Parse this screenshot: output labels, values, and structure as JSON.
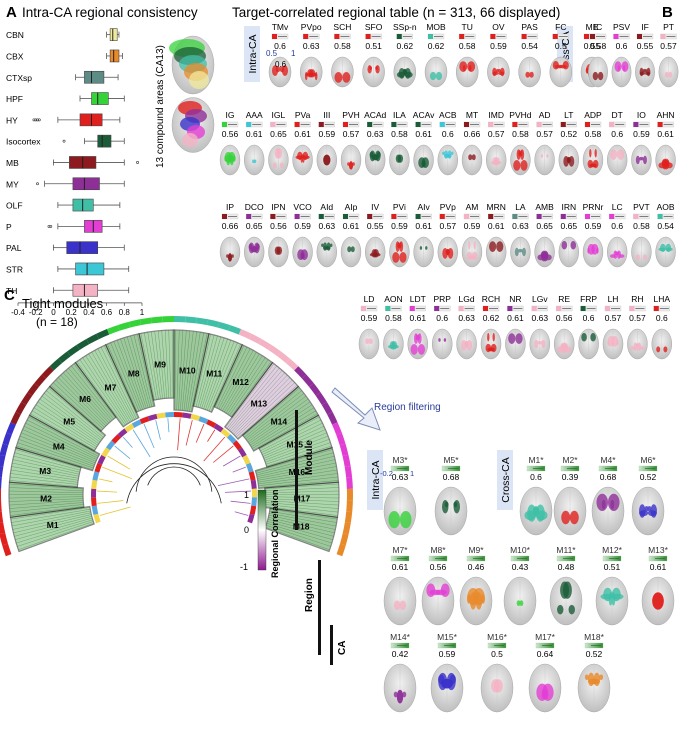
{
  "panel_a": {
    "letter": "A",
    "title": "Intra-CA regional consistency",
    "side_label": "13 compound areas (CA13)",
    "chart_data": {
      "type": "boxplot",
      "orientation": "horizontal",
      "categories": [
        "CBN",
        "CBX",
        "CTXsp",
        "HPF",
        "HY",
        "Isocortex",
        "MB",
        "MY",
        "OLF",
        "P",
        "PAL",
        "STR",
        "TH"
      ],
      "colors": [
        "#f2ea9b",
        "#e8892a",
        "#5d8c86",
        "#36d23a",
        "#e0201e",
        "#1a5c38",
        "#8c1a1e",
        "#8e2f98",
        "#3fbfa6",
        "#e23ed3",
        "#3a32c9",
        "#3cc7d6",
        "#f4b3c4"
      ],
      "boxes": [
        {
          "whislo": 0.6,
          "q1": 0.64,
          "med": 0.67,
          "q3": 0.72,
          "whishi": 0.74,
          "fliers": []
        },
        {
          "whislo": 0.6,
          "q1": 0.64,
          "med": 0.68,
          "q3": 0.74,
          "whishi": 0.78,
          "fliers": []
        },
        {
          "whislo": 0.25,
          "q1": 0.35,
          "med": 0.43,
          "q3": 0.57,
          "whishi": 0.73,
          "fliers": []
        },
        {
          "whislo": 0.3,
          "q1": 0.43,
          "med": 0.5,
          "q3": 0.62,
          "whishi": 0.8,
          "fliers": []
        },
        {
          "whislo": 0.05,
          "q1": 0.3,
          "med": 0.43,
          "q3": 0.55,
          "whishi": 0.75,
          "fliers": [
            -0.22,
            -0.2,
            -0.18,
            -0.16
          ]
        },
        {
          "whislo": 0.35,
          "q1": 0.5,
          "med": 0.55,
          "q3": 0.65,
          "whishi": 0.8,
          "fliers": [
            0.12
          ]
        },
        {
          "whislo": 0.0,
          "q1": 0.18,
          "med": 0.33,
          "q3": 0.48,
          "whishi": 0.8,
          "fliers": [
            0.95
          ]
        },
        {
          "whislo": -0.1,
          "q1": 0.22,
          "med": 0.35,
          "q3": 0.52,
          "whishi": 0.8,
          "fliers": [
            -0.18
          ]
        },
        {
          "whislo": 0.05,
          "q1": 0.22,
          "med": 0.33,
          "q3": 0.45,
          "whishi": 0.75,
          "fliers": []
        },
        {
          "whislo": 0.05,
          "q1": 0.35,
          "med": 0.45,
          "q3": 0.55,
          "whishi": 0.75,
          "fliers": [
            -0.05,
            -0.03
          ]
        },
        {
          "whislo": 0.0,
          "q1": 0.15,
          "med": 0.3,
          "q3": 0.5,
          "whishi": 0.8,
          "fliers": []
        },
        {
          "whislo": 0.05,
          "q1": 0.25,
          "med": 0.38,
          "q3": 0.57,
          "whishi": 0.85,
          "fliers": []
        },
        {
          "whislo": 0.0,
          "q1": 0.22,
          "med": 0.35,
          "q3": 0.5,
          "whishi": 0.85,
          "fliers": []
        }
      ],
      "xlim": [
        -0.4,
        1.0
      ],
      "xticks": [
        "-0.4",
        "-0.2",
        "0",
        "0.2",
        "0.4",
        "0.6",
        "0.8",
        "1"
      ]
    }
  },
  "panel_b": {
    "letter": "B",
    "title": "Target-correlated regional table (n = 313, 66 displayed)",
    "intra_label": "Intra-CA",
    "cross_label": "Cross-CA",
    "scale_low": "0.5",
    "scale_high": "1",
    "scale_mid": "0.6",
    "rows": [
      {
        "names": [
          "TMv",
          "PVpo",
          "SCH",
          "SFO",
          "SSp-n",
          "MOB",
          "TU",
          "OV",
          "PAS",
          "FC",
          "ME"
        ],
        "values": [
          "0.6",
          "0.63",
          "0.58",
          "0.51",
          "0.62",
          "0.62",
          "0.58",
          "0.59",
          "0.54",
          "0.5",
          "0.55"
        ],
        "colors": [
          "#e0201e",
          "#e0201e",
          "#e0201e",
          "#e0201e",
          "#1a5c38",
          "#3fbfa6",
          "#e0201e",
          "#e0201e",
          "#e0201e",
          "#e0201e",
          "#e0201e"
        ]
      },
      {
        "names": [
          "IC",
          "PSV",
          "IF",
          "PT"
        ],
        "values": [
          "0.58",
          "0.6",
          "0.55",
          "0.57"
        ],
        "colors": [
          "#8c1a1e",
          "#e23ed3",
          "#8c1a1e",
          "#f4b3c4"
        ]
      },
      {
        "names": [
          "IG",
          "AAA",
          "IGL",
          "PVa",
          "III",
          "PVH",
          "ACAd",
          "ILA",
          "ACAv",
          "ACB",
          "MT",
          "IMD",
          "PVHd",
          "AD",
          "LT",
          "ADP",
          "DT",
          "IO",
          "AHN"
        ],
        "values": [
          "0.56",
          "0.61",
          "0.65",
          "0.61",
          "0.59",
          "0.57",
          "0.63",
          "0.58",
          "0.61",
          "0.6",
          "0.66",
          "0.57",
          "0.58",
          "0.57",
          "0.52",
          "0.58",
          "0.6",
          "0.59",
          "0.61"
        ],
        "colors": [
          "#36d23a",
          "#3cc7d6",
          "#f4b3c4",
          "#e0201e",
          "#8c1a1e",
          "#e0201e",
          "#1a5c38",
          "#1a5c38",
          "#1a5c38",
          "#3cc7d6",
          "#8c1a1e",
          "#f4b3c4",
          "#e0201e",
          "#f4b3c4",
          "#8c1a1e",
          "#e0201e",
          "#f4b3c4",
          "#8e2f98",
          "#e0201e"
        ]
      },
      {
        "names": [
          "IP",
          "DCO",
          "IPN",
          "VCO",
          "AId",
          "AIp",
          "IV",
          "PVi",
          "AIv",
          "PVp",
          "AM",
          "MRN",
          "LA",
          "AMB",
          "IRN",
          "PRNr",
          "LC",
          "PVT",
          "AOB"
        ],
        "values": [
          "0.66",
          "0.65",
          "0.56",
          "0.59",
          "0.63",
          "0.61",
          "0.55",
          "0.59",
          "0.61",
          "0.57",
          "0.59",
          "0.61",
          "0.63",
          "0.65",
          "0.65",
          "0.59",
          "0.6",
          "0.58",
          "0.54"
        ],
        "colors": [
          "#8c1a1e",
          "#8e2f98",
          "#8c1a1e",
          "#8e2f98",
          "#1a5c38",
          "#1a5c38",
          "#8c1a1e",
          "#e0201e",
          "#1a5c38",
          "#e0201e",
          "#f4b3c4",
          "#8c1a1e",
          "#5d8c86",
          "#8e2f98",
          "#8e2f98",
          "#e23ed3",
          "#e23ed3",
          "#f4b3c4",
          "#3fbfa6"
        ]
      },
      {
        "names": [
          "LD",
          "AON",
          "LDT",
          "PRP",
          "LGd",
          "RCH",
          "NR",
          "LGv",
          "RE",
          "FRP",
          "LH",
          "RH",
          "LHA"
        ],
        "values": [
          "0.59",
          "0.58",
          "0.61",
          "0.6",
          "0.63",
          "0.62",
          "0.61",
          "0.63",
          "0.56",
          "0.6",
          "0.57",
          "0.57",
          "0.6"
        ],
        "colors": [
          "#f4b3c4",
          "#3fbfa6",
          "#e23ed3",
          "#8e2f98",
          "#f4b3c4",
          "#e0201e",
          "#8e2f98",
          "#f4b3c4",
          "#f4b3c4",
          "#1a5c38",
          "#f4b3c4",
          "#f4b3c4",
          "#e0201e"
        ]
      }
    ]
  },
  "panel_c": {
    "letter": "C",
    "title": "Tight modules",
    "subtitle": "(n = 18)",
    "filter_label": "Region filtering",
    "legend_title": "Regional Correlation",
    "legend_ticks": [
      "1",
      "0",
      "-1"
    ],
    "ring_labels": [
      "Module",
      "Region",
      "CA"
    ],
    "modules": [
      "M1",
      "M2",
      "M3",
      "M4",
      "M5",
      "M6",
      "M7",
      "M8",
      "M9",
      "M10",
      "M11",
      "M12",
      "M13",
      "M14",
      "M15",
      "M16",
      "M17",
      "M18"
    ],
    "intra_label": "Intra-CA",
    "cross_label": "Cross-CA",
    "scale_low": "-0.2",
    "scale_high": "1",
    "module_cards": [
      {
        "name": "M3*",
        "value": "0.63"
      },
      {
        "name": "M5*",
        "value": "0.68"
      },
      {
        "name": "M1*",
        "value": "0.6"
      },
      {
        "name": "M2*",
        "value": "0.39"
      },
      {
        "name": "M4*",
        "value": "0.68"
      },
      {
        "name": "M6*",
        "value": "0.52"
      },
      {
        "name": "M7*",
        "value": "0.61"
      },
      {
        "name": "M8*",
        "value": "0.56"
      },
      {
        "name": "M9*",
        "value": "0.46"
      },
      {
        "name": "M10*",
        "value": "0.43"
      },
      {
        "name": "M11*",
        "value": "0.48"
      },
      {
        "name": "M12*",
        "value": "0.51"
      },
      {
        "name": "M13*",
        "value": "0.61"
      },
      {
        "name": "M14*",
        "value": "0.42"
      },
      {
        "name": "M15*",
        "value": "0.59"
      },
      {
        "name": "M16*",
        "value": "0.5"
      },
      {
        "name": "M17*",
        "value": "0.64"
      },
      {
        "name": "M18*",
        "value": "0.52"
      }
    ]
  }
}
